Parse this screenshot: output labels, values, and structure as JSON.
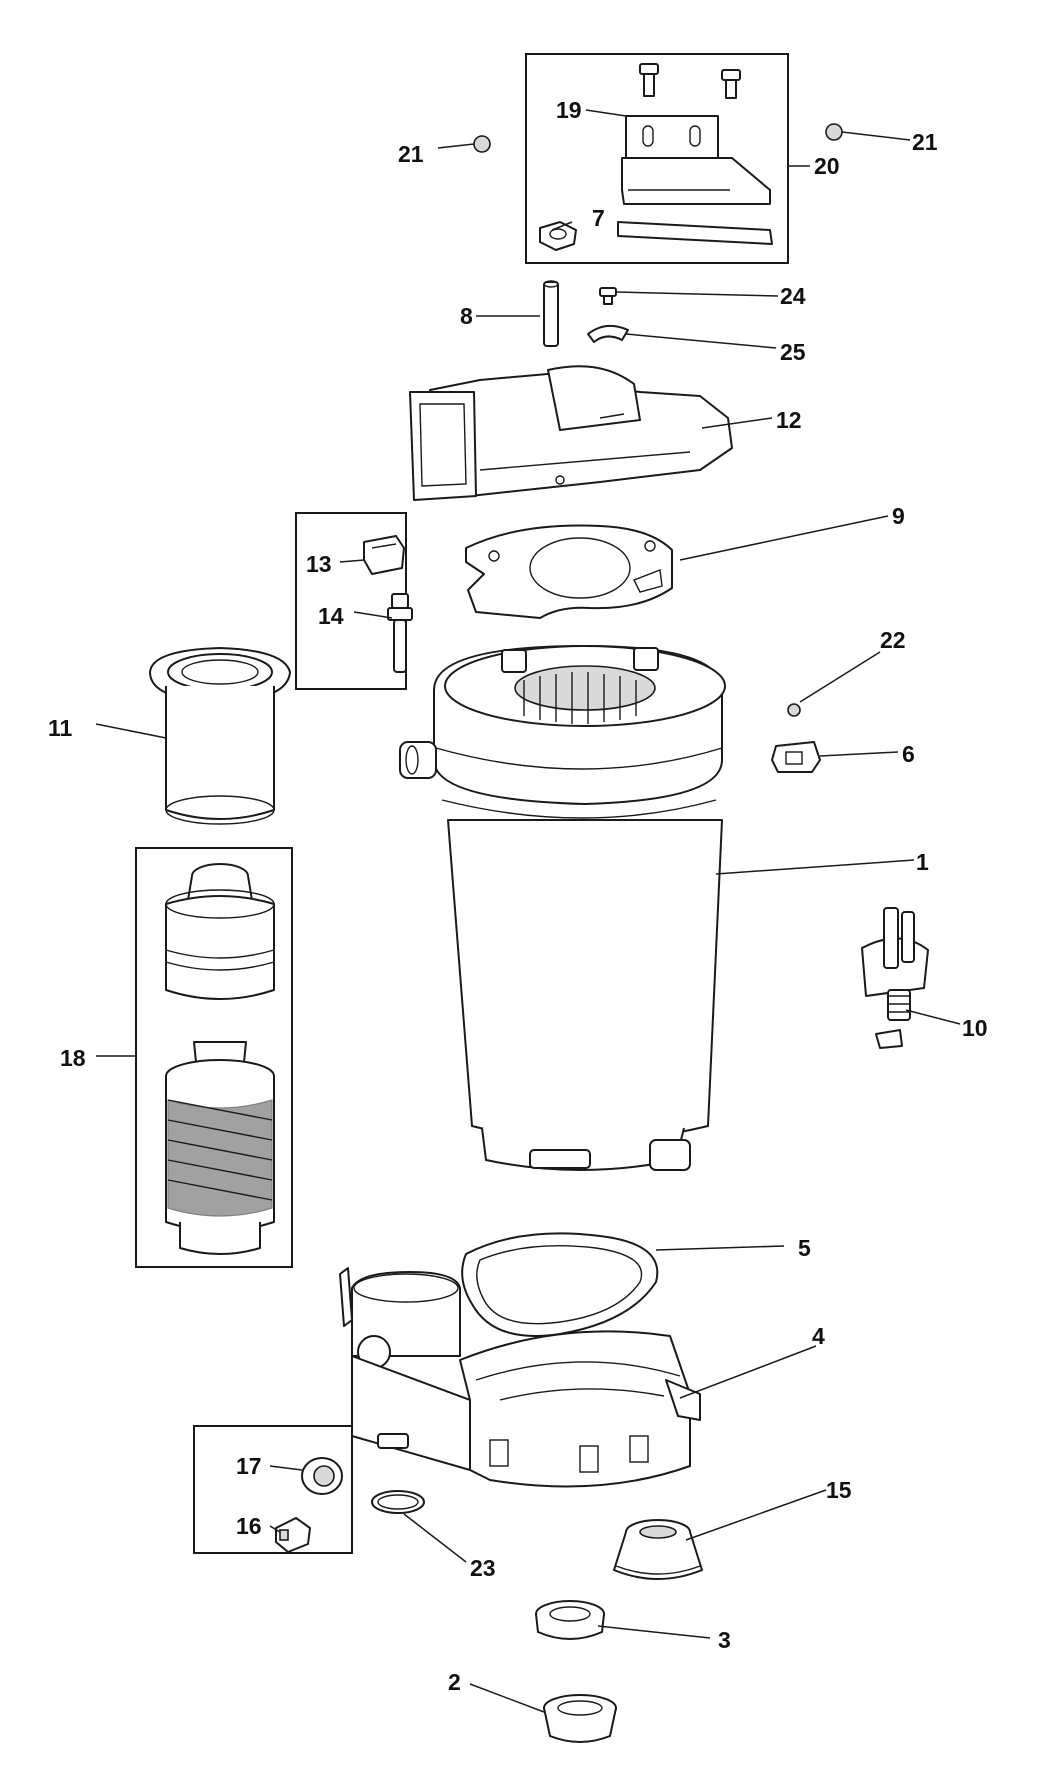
{
  "callouts": {
    "c1": "1",
    "c2": "2",
    "c3": "3",
    "c4": "4",
    "c5": "5",
    "c6": "6",
    "c7": "7",
    "c8": "8",
    "c9": "9",
    "c10": "10",
    "c11": "11",
    "c12": "12",
    "c13": "13",
    "c14": "14",
    "c15": "15",
    "c16": "16",
    "c17": "17",
    "c18": "18",
    "c19": "19",
    "c20": "20",
    "c21a": "21",
    "c21b": "21",
    "c22": "22",
    "c23": "23",
    "c24": "24",
    "c25": "25"
  }
}
